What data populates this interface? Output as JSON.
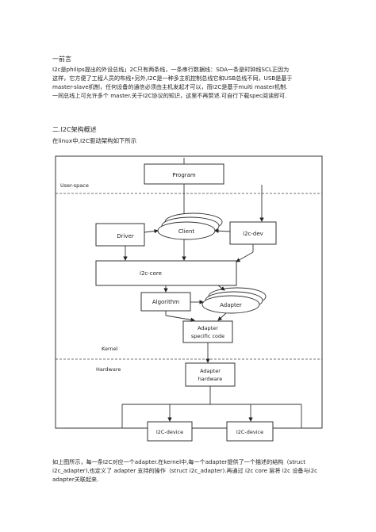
{
  "section1": {
    "heading": "一前言",
    "lines": [
      "I2c是philips提出的外设总线」2C只有两条线，一条串行数据线：SDA一条是时钟线SCL正因为",
      "这样，它方便了工程人员的布线•另外,I2C是一种多主机控制总线它和USB总线不同，USB是基于",
      "master-slave机制，任何设备的通信必须由主机发起才可以，而I2C是基于multi master机制.",
      "一同总线上可允许多个 master.关于I2C协议的知识，这里不再赘述.可自行下载spec阅读即可."
    ]
  },
  "section2": {
    "heading": "二.I2C架构概述",
    "intro": "在linux中,I2C驱动架构如下所示"
  },
  "diagram": {
    "zone_user": "User-space",
    "zone_kernel": "Kernel",
    "zone_hardware": "Hardware",
    "program": "Program",
    "client": "Client",
    "driver": "Driver",
    "i2c_dev": "i2c-dev",
    "i2c_core": "i2c-core",
    "algorithm": "Algorithm",
    "adapter": "Adapter",
    "adapter_specific_1": "Adapter",
    "adapter_specific_2": "specific code",
    "adapter_hw_1": "Adapter",
    "adapter_hw_2": "hardware",
    "device_1": "I2C-device",
    "device_2": "I2C-device"
  },
  "section3": {
    "lines": [
      "如上图所示，每一条I2C对应一个adapter.在kernel中,每一个adapter提供了一个描述的结构（struct",
      "i2c_adapter),也定义了 adapter 支持的操作（struct i2c_adapter).再通过 i2c core 层将 i2c 设备与i2c",
      "adapter关联起来."
    ]
  }
}
